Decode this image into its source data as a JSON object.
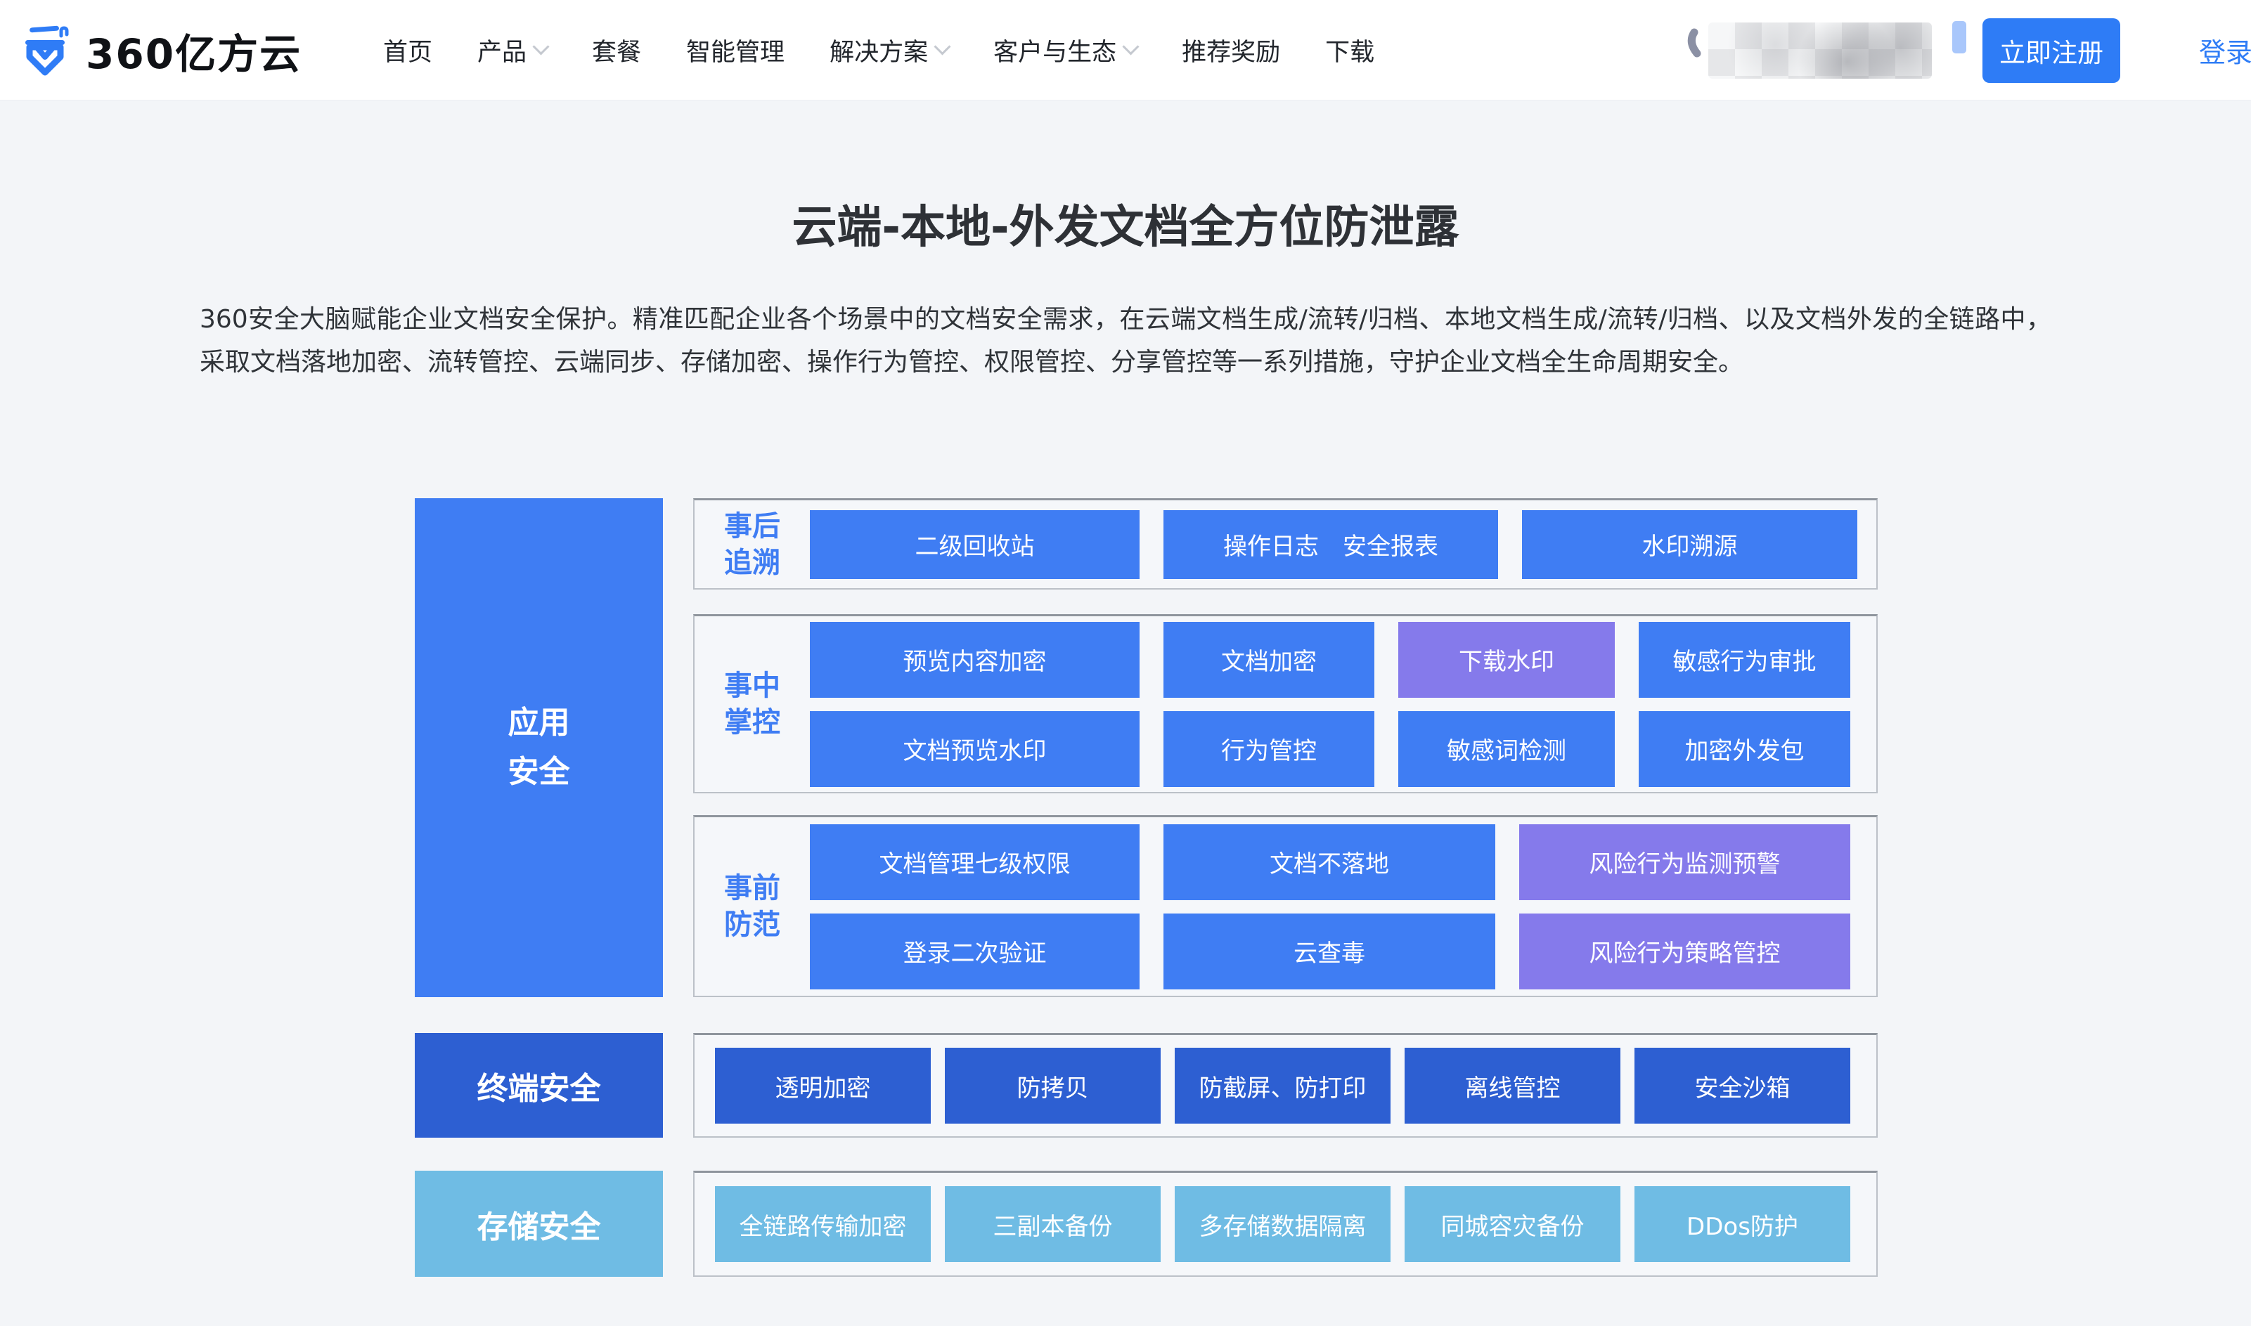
{
  "colors": {
    "accent": "#2e7cf6",
    "blue": "#3f7df3",
    "purple": "#857aeb",
    "dark": "#2d5fd2",
    "light": "#6fbce4"
  },
  "header": {
    "logo_text": "360亿方云",
    "nav": [
      {
        "label": "首页",
        "chevron": false
      },
      {
        "label": "产品",
        "chevron": true
      },
      {
        "label": "套餐",
        "chevron": false
      },
      {
        "label": "智能管理",
        "chevron": false
      },
      {
        "label": "解决方案",
        "chevron": true
      },
      {
        "label": "客户与生态",
        "chevron": true
      },
      {
        "label": "推荐奖励",
        "chevron": false
      },
      {
        "label": "下载",
        "chevron": false
      }
    ],
    "register_label": "立即注册",
    "login_label": "登录"
  },
  "hero": {
    "title": "云端-本地-外发文档全方位防泄露",
    "description": "360安全大脑赋能企业文档安全保护。精准匹配企业各个场景中的文档安全需求，在云端文档生成/流转/归档、本地文档生成/流转/归档、以及文档外发的全链路中，采取文档落地加密、流转管控、云端同步、存储加密、操作行为管控、权限管控、分享管控等一系列措施，守护企业文档全生命周期安全。"
  },
  "diagram": {
    "left_blocks": [
      {
        "label": "应用\n安全"
      },
      {
        "label": "终端安全"
      },
      {
        "label": "存储安全"
      }
    ],
    "groups": [
      {
        "label": "事后\n追溯",
        "rows": [
          [
            {
              "label": "二级回收站",
              "color": "blue"
            },
            {
              "label": "操作日志　安全报表",
              "color": "blue"
            },
            {
              "label": "水印溯源",
              "color": "blue"
            }
          ]
        ]
      },
      {
        "label": "事中\n掌控",
        "rows": [
          [
            {
              "label": "预览内容加密",
              "color": "blue"
            },
            {
              "label": "文档加密",
              "color": "blue"
            },
            {
              "label": "下载水印",
              "color": "purple"
            },
            {
              "label": "敏感行为审批",
              "color": "blue"
            }
          ],
          [
            {
              "label": "文档预览水印",
              "color": "blue"
            },
            {
              "label": "行为管控",
              "color": "blue"
            },
            {
              "label": "敏感词检测",
              "color": "blue"
            },
            {
              "label": "加密外发包",
              "color": "blue"
            }
          ]
        ]
      },
      {
        "label": "事前\n防范",
        "rows": [
          [
            {
              "label": "文档管理七级权限",
              "color": "blue"
            },
            {
              "label": "文档不落地",
              "color": "blue"
            },
            {
              "label": "风险行为监测预警",
              "color": "purple"
            }
          ],
          [
            {
              "label": "登录二次验证",
              "color": "blue"
            },
            {
              "label": "云查毒",
              "color": "blue"
            },
            {
              "label": "风险行为策略管控",
              "color": "purple"
            }
          ]
        ]
      },
      {
        "label": null,
        "rows": [
          [
            {
              "label": "透明加密",
              "color": "dark"
            },
            {
              "label": "防拷贝",
              "color": "dark"
            },
            {
              "label": "防截屏、防打印",
              "color": "dark"
            },
            {
              "label": "离线管控",
              "color": "dark"
            },
            {
              "label": "安全沙箱",
              "color": "dark"
            }
          ]
        ]
      },
      {
        "label": null,
        "rows": [
          [
            {
              "label": "全链路传输加密",
              "color": "light"
            },
            {
              "label": "三副本备份",
              "color": "light"
            },
            {
              "label": "多存储数据隔离",
              "color": "light"
            },
            {
              "label": "同城容灾备份",
              "color": "light"
            },
            {
              "label": "DDos防护",
              "color": "light"
            }
          ]
        ]
      }
    ]
  }
}
